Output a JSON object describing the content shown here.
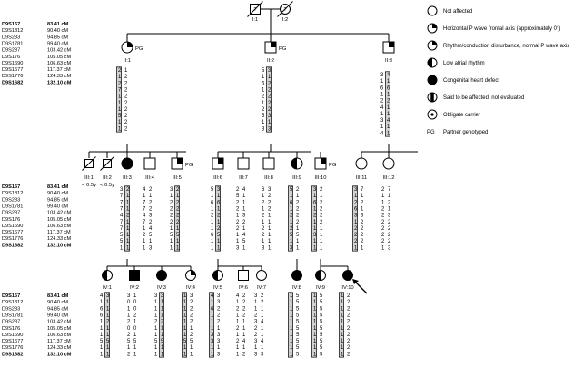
{
  "title": "",
  "markers": [
    {
      "name": "D9S167",
      "pos": "83.41 cM",
      "bold": true
    },
    {
      "name": "D9S1812",
      "pos": "90.40 cM"
    },
    {
      "name": "D9S283",
      "pos": "94.85 cM"
    },
    {
      "name": "D9S1781",
      "pos": "99.40 cM"
    },
    {
      "name": "D9S287",
      "pos": "103.42 cM"
    },
    {
      "name": "D9S176",
      "pos": "105.05 cM"
    },
    {
      "name": "D9S1690",
      "pos": "106.63 cM"
    },
    {
      "name": "D9S1677",
      "pos": "117.37 cM"
    },
    {
      "name": "D9S1776",
      "pos": "124.33 cM"
    },
    {
      "name": "D9S1682",
      "pos": "132.10 cM",
      "bold": true
    }
  ],
  "gen1": [
    {
      "id": "I:1",
      "sex": "male",
      "deceased": true,
      "unknown": true
    },
    {
      "id": "I:2",
      "sex": "female",
      "deceased": true,
      "unknown": true
    }
  ],
  "gen2": [
    {
      "id": "II:1",
      "sex": "female",
      "pattern": "rhythm",
      "pg": "PG",
      "haps": [
        [
          "2",
          "1",
          "2",
          "7",
          "1",
          "1",
          "1",
          "5",
          "1",
          "1"
        ],
        [
          "1",
          "2",
          "2",
          "2",
          "2",
          "2",
          "2",
          "2",
          "2",
          "2"
        ]
      ],
      "shade": 0
    },
    {
      "id": "II:2",
      "sex": "male",
      "pattern": "rhythm",
      "pg": "PG",
      "haps": [
        [
          "5",
          "1",
          "6",
          "1",
          "2",
          "1",
          "2",
          "5",
          "1",
          "3"
        ],
        [
          "3",
          "1",
          "2",
          "2",
          "2",
          "2",
          "2",
          "3",
          "1",
          "3"
        ]
      ],
      "shade": 1
    },
    {
      "id": "II:3",
      "sex": "male",
      "pattern": "rhythm",
      "haps": [
        [
          "3",
          "1",
          "6",
          "1",
          "2",
          "4",
          "1",
          "3",
          "1",
          "4"
        ],
        [
          "4",
          "1",
          "6",
          "1",
          "2",
          "1",
          "1",
          "4",
          "1",
          "1"
        ]
      ],
      "shade": 1
    }
  ],
  "gen3": [
    {
      "id": "III:1",
      "sex": "male",
      "deceased": true,
      "label": "III:1",
      "note": "< 0.5y"
    },
    {
      "id": "III:2",
      "sex": "male",
      "deceased": true,
      "label": "III:2",
      "note": "< 0.5y"
    },
    {
      "id": "III:3",
      "sex": "female",
      "pattern": "chd",
      "label": "III:3",
      "haps": [
        [
          "3",
          "7",
          "7",
          "7",
          "4",
          "7",
          "7",
          "5",
          "5",
          "1"
        ],
        [
          "2",
          "1",
          "1",
          "1",
          "2",
          "1",
          "1",
          "1",
          "1",
          "1"
        ]
      ],
      "shade": 1
    },
    {
      "id": "III:4",
      "sex": "male",
      "pattern": "none",
      "label": "III:4",
      "haps": [
        [
          "4",
          "1",
          "7",
          "7",
          "4",
          "7",
          "1",
          "2",
          "1",
          "1"
        ],
        [
          "2",
          "1",
          "2",
          "2",
          "3",
          "2",
          "4",
          "5",
          "1",
          "3"
        ]
      ],
      "shade": -1
    },
    {
      "id": "III:5",
      "sex": "male",
      "pattern": "rhythm",
      "pg": "PG",
      "label": "III:5",
      "haps": [
        [
          "3",
          "1",
          "2",
          "2",
          "2",
          "2",
          "1",
          "5",
          "1",
          "1"
        ],
        [
          "2",
          "1",
          "2",
          "2",
          "2",
          "2",
          "1",
          "5",
          "1",
          "1"
        ]
      ],
      "shade": 1
    },
    {
      "id": "III:6",
      "sex": "male",
      "pattern": "rhythm",
      "label": "III:6",
      "haps": [
        [
          "5",
          "1",
          "6",
          "1",
          "2",
          "1",
          "1",
          "6",
          "1",
          "1"
        ],
        [
          "3",
          "1",
          "6",
          "1",
          "2",
          "1",
          "2",
          "5",
          "1",
          "1"
        ]
      ],
      "shade": 1
    },
    {
      "id": "III:7",
      "sex": "male",
      "pattern": "none",
      "label": "III:7",
      "haps": [
        [
          "2",
          "5",
          "2",
          "2",
          "1",
          "2",
          "2",
          "1",
          "1",
          "3"
        ],
        [
          "4",
          "1",
          "1",
          "1",
          "3",
          "2",
          "1",
          "4",
          "5",
          "1"
        ]
      ],
      "shade": -1
    },
    {
      "id": "III:8",
      "sex": "male",
      "pattern": "none",
      "label": "III:8",
      "haps": [
        [
          "6",
          "1",
          "2",
          "1",
          "2",
          "1",
          "2",
          "2",
          "1",
          "3"
        ],
        [
          "3",
          "2",
          "2",
          "2",
          "1",
          "1",
          "1",
          "1",
          "1",
          "1"
        ]
      ],
      "shade": -1
    },
    {
      "id": "III:9",
      "sex": "female",
      "pattern": "lowatrial",
      "label": "III:9",
      "haps": [
        [
          "5",
          "1",
          "6",
          "1",
          "2",
          "1",
          "2",
          "5",
          "1",
          "3"
        ],
        [
          "2",
          "1",
          "2",
          "2",
          "2",
          "2",
          "1",
          "5",
          "1",
          "1"
        ]
      ],
      "shade": 0
    },
    {
      "id": "III:10",
      "sex": "male",
      "pattern": "rhythm",
      "pg": "PG",
      "label": "III:10",
      "haps": [
        [
          "3",
          "1",
          "6",
          "1",
          "2",
          "1",
          "1",
          "3",
          "1",
          "1"
        ],
        [
          "2",
          "1",
          "2",
          "2",
          "2",
          "2",
          "1",
          "1",
          "1",
          "1"
        ]
      ],
      "shade": 0
    },
    {
      "id": "III:11",
      "sex": "female",
      "pattern": "none",
      "label": "III:11",
      "haps": [
        [
          "3",
          "1",
          "2",
          "6",
          "3",
          "1",
          "2",
          "2",
          "2",
          "1"
        ],
        [
          "7",
          "1",
          "2",
          "1",
          "3",
          "2",
          "2",
          "2",
          "2",
          "1"
        ]
      ],
      "shade": 0
    },
    {
      "id": "III:12",
      "sex": "female",
      "pattern": "none",
      "label": "III:12",
      "haps": [
        [
          "2",
          "1",
          "1",
          "2",
          "2",
          "2",
          "2",
          "2",
          "2",
          "1"
        ],
        [
          "7",
          "1",
          "2",
          "1",
          "3",
          "2",
          "2",
          "2",
          "2",
          "3"
        ]
      ],
      "shade": -1
    }
  ],
  "gen4": [
    {
      "id": "IV:1",
      "sex": "female",
      "pattern": "lowatrial",
      "label": "IV:1",
      "haps": [
        [
          "4",
          "1",
          "6",
          "6",
          "1",
          "1",
          "1",
          "5",
          "1",
          "1"
        ],
        [
          "3",
          "1",
          "1",
          "1",
          "2",
          "1",
          "1",
          "5",
          "1",
          "1"
        ]
      ],
      "shade": 1
    },
    {
      "id": "IV:2",
      "sex": "male",
      "pattern": "chd",
      "label": "IV:2",
      "haps": [
        [
          "3",
          "0",
          "1",
          "1",
          "2",
          "0",
          "2",
          "5",
          "1",
          "2"
        ],
        [
          "1",
          "0",
          "0",
          "2",
          "1",
          "0",
          "1",
          "5",
          "1",
          "1"
        ]
      ],
      "shade": -1
    },
    {
      "id": "IV:3",
      "sex": "female",
      "pattern": "chd",
      "label": "IV:3",
      "haps": [
        [
          "3",
          "1",
          "1",
          "1",
          "2",
          "1",
          "1",
          "5",
          "1",
          "1"
        ],
        [
          "3",
          "1",
          "1",
          "1",
          "2",
          "1",
          "1",
          "5",
          "1",
          "1"
        ]
      ],
      "shade": 1
    },
    {
      "id": "IV:4",
      "sex": "female",
      "pattern": "qtr",
      "label": "IV:4",
      "haps": [
        [
          "1",
          "1",
          "1",
          "1",
          "1",
          "1",
          "1",
          "5",
          "1",
          "1"
        ],
        [
          "3",
          "2",
          "2",
          "2",
          "2",
          "1",
          "2",
          "5",
          "1",
          "1"
        ]
      ],
      "shade": 0
    },
    {
      "id": "IV:5",
      "sex": "female",
      "pattern": "lowatrial",
      "label": "IV:5",
      "haps": [
        [
          "4",
          "1",
          "6",
          "1",
          "1",
          "1",
          "3",
          "3",
          "1",
          "1"
        ],
        [
          "3",
          "3",
          "2",
          "2",
          "2",
          "1",
          "3",
          "3",
          "1",
          "3"
        ]
      ],
      "shade": 0
    },
    {
      "id": "IV:6",
      "sex": "male",
      "pattern": "none",
      "label": "IV:6",
      "haps": [
        [
          "4",
          "1",
          "2",
          "1",
          "1",
          "2",
          "1",
          "2",
          "1",
          "1"
        ],
        [
          "2",
          "2",
          "2",
          "2",
          "1",
          "1",
          "1",
          "4",
          "1",
          "2"
        ]
      ],
      "shade": -1
    },
    {
      "id": "IV:7",
      "sex": "female",
      "pattern": "none",
      "label": "IV:7",
      "haps": [
        [
          "3",
          "1",
          "1",
          "2",
          "3",
          "2",
          "2",
          "3",
          "1",
          "3"
        ],
        [
          "2",
          "2",
          "1",
          "1",
          "4",
          "1",
          "1",
          "4",
          "1",
          "3"
        ]
      ],
      "shade": -1
    },
    {
      "id": "IV:8",
      "sex": "female",
      "pattern": "chd",
      "label": "IV:8",
      "haps": [
        [
          "1",
          "1",
          "1",
          "1",
          "1",
          "1",
          "1",
          "1",
          "1",
          "1"
        ],
        [
          "5",
          "5",
          "5",
          "5",
          "5",
          "5",
          "5",
          "5",
          "5",
          "5"
        ]
      ],
      "shade": 0
    },
    {
      "id": "IV:9",
      "sex": "female",
      "pattern": "lowatrial",
      "label": "IV:9",
      "haps": [
        [
          "1",
          "1",
          "1",
          "1",
          "1",
          "1",
          "1",
          "1",
          "1",
          "1"
        ],
        [
          "5",
          "5",
          "5",
          "5",
          "5",
          "5",
          "5",
          "5",
          "5",
          "5"
        ]
      ],
      "shade": 0
    },
    {
      "id": "IV:10",
      "sex": "female",
      "pattern": "chd",
      "label": "IV:10",
      "proband": true,
      "haps": [
        [
          "1",
          "1",
          "1",
          "1",
          "1",
          "1",
          "1",
          "1",
          "1",
          "1"
        ],
        [
          "2",
          "2",
          "2",
          "2",
          "2",
          "2",
          "2",
          "2",
          "2",
          "2"
        ]
      ],
      "shade": 0
    }
  ],
  "legend": [
    {
      "pattern": "none",
      "label": "Not affected"
    },
    {
      "pattern": "qtr",
      "label": "Horizontal P wave frontal axis (approximately 0°)"
    },
    {
      "pattern": "rhythm",
      "label": "Rhythm/conduction disturbance, normal P wave axis"
    },
    {
      "pattern": "lowatrial",
      "label": "Low atrial rhythm"
    },
    {
      "pattern": "chd",
      "label": "Congenital heart defect"
    },
    {
      "pattern": "notevaluated",
      "label": "Said to be affected, not evaluated"
    },
    {
      "pattern": "carrier",
      "label": "Obligate carrier"
    },
    {
      "pattern": "pg",
      "label": "Partner genotyped",
      "prefix": "PG"
    }
  ]
}
